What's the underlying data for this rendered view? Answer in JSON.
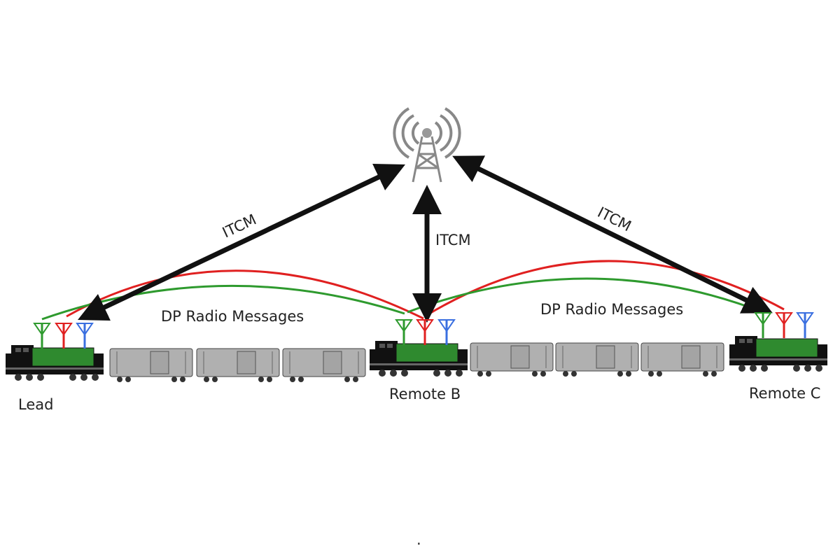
{
  "diagram": {
    "links": {
      "lead_itcm": "ITCM",
      "remote_b_itcm": "ITCM",
      "remote_c_itcm": "ITCM"
    },
    "radio_labels": [
      "DP Radio Messages",
      "DP Radio Messages"
    ],
    "units": {
      "lead": "Lead",
      "remote_b": "Remote B",
      "remote_c": "Remote C"
    },
    "footnote": "."
  },
  "colors": {
    "antenna_green": "#2e9a2e",
    "antenna_red": "#e02020",
    "antenna_blue": "#3a6fe0",
    "loco_panel": "#2f8a2f",
    "arrow": "#111111",
    "car": "#b0b0b0"
  }
}
